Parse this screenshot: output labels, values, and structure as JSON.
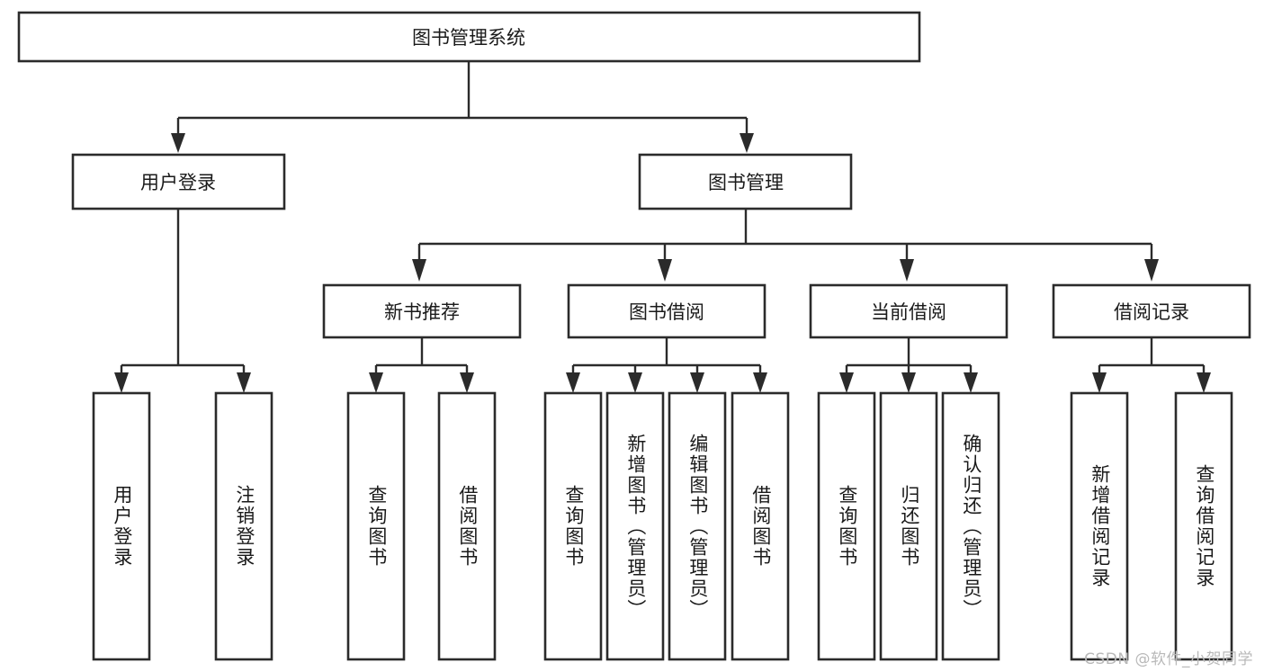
{
  "diagram": {
    "type": "hierarchy-tree",
    "title": "图书管理系统",
    "watermark": "CSDN @软件_小贺同学",
    "colors": {
      "stroke": "#2b2b2b",
      "fill": "#ffffff",
      "text": "#1a1a1a",
      "watermark": "#b9b9b9"
    },
    "root": {
      "label": "图书管理系统"
    },
    "level2": [
      {
        "label": "用户登录"
      },
      {
        "label": "图书管理"
      }
    ],
    "level3": [
      {
        "label": "新书推荐"
      },
      {
        "label": "图书借阅"
      },
      {
        "label": "当前借阅"
      },
      {
        "label": "借阅记录"
      }
    ],
    "leaves": {
      "user_login": [
        {
          "label": "用户登录"
        },
        {
          "label": "注销登录"
        }
      ],
      "new_book_recommend": [
        {
          "label": "查询图书"
        },
        {
          "label": "借阅图书"
        }
      ],
      "book_borrow": [
        {
          "label": "查询图书"
        },
        {
          "label": "新增图书（管理员）"
        },
        {
          "label": "编辑图书（管理员）"
        },
        {
          "label": "借阅图书"
        }
      ],
      "current_borrow": [
        {
          "label": "查询图书"
        },
        {
          "label": "归还图书"
        },
        {
          "label": "确认归还（管理员）"
        }
      ],
      "borrow_record": [
        {
          "label": "新增借阅记录"
        },
        {
          "label": "查询借阅记录"
        }
      ]
    }
  }
}
